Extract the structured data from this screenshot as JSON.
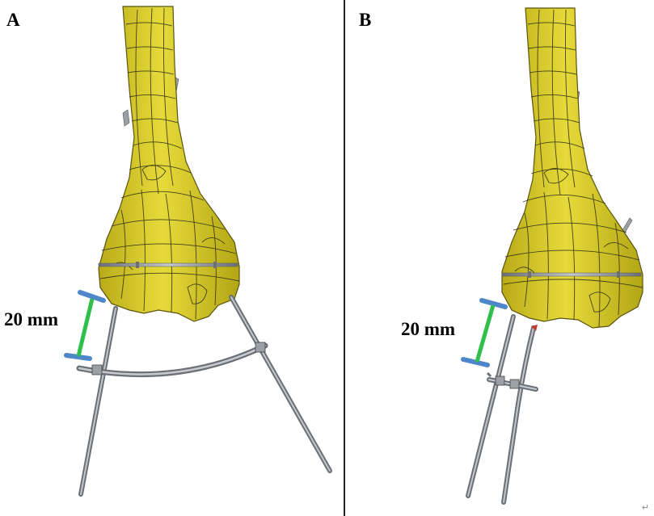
{
  "panels": {
    "a": {
      "letter": "A",
      "measurement": "20 mm"
    },
    "b": {
      "letter": "B",
      "measurement": "20 mm"
    }
  },
  "corner_mark": "↵",
  "colors": {
    "bone": "#dccf2e",
    "bone_shadow": "#a99d12",
    "mesh_line": "#2a2a10",
    "rod": "#8e939a",
    "rod_dark": "#5e636a",
    "measure_bar": "#2fbf4a",
    "measure_cap": "#4d87c9",
    "divider": "#222222"
  }
}
